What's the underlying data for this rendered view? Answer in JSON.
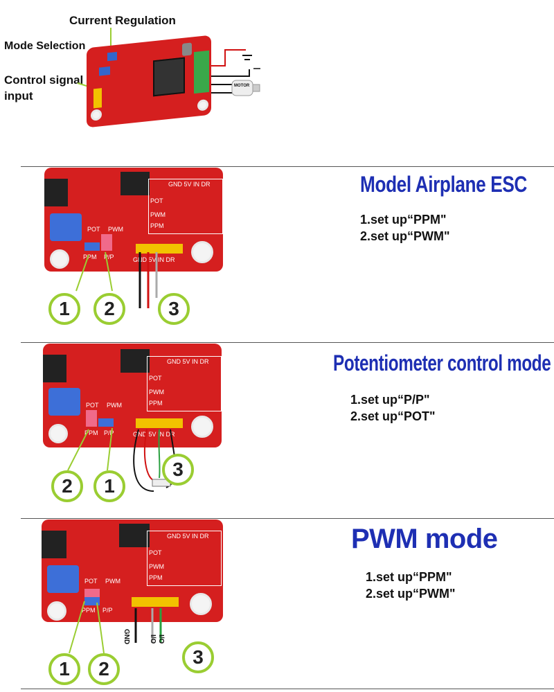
{
  "top": {
    "labels": {
      "current_regulation": "Current Regulation",
      "mode_selection": "Mode Selection",
      "control_signal_line1": "Control signal",
      "control_signal_line2": "input"
    },
    "motor_label": "MOTOR"
  },
  "board_text": {
    "table_header": "GND 5V IN DR",
    "row_pot": "POT",
    "row_pwm": "PWM",
    "row_ppm": "PPM",
    "jumper_pot": "POT",
    "jumper_pwm": "PWM",
    "jumper_ppm": "PPM",
    "jumper_pp": "P/P",
    "pins": "GND 5V IN DR"
  },
  "sections": [
    {
      "title": "Model Airplane ESC",
      "steps": [
        "1.set up“PPM\"",
        "2.set up“PWM\""
      ],
      "markers": [
        "1",
        "2",
        "3"
      ]
    },
    {
      "title": "Potentiometer control mode",
      "steps": [
        "1.set up“P/P\"",
        "2.set up“POT\""
      ],
      "markers": [
        "2",
        "1",
        "3"
      ]
    },
    {
      "title": "PWM mode",
      "steps": [
        "1.set up“PPM\"",
        "2.set up“PWM\""
      ],
      "markers": [
        "1",
        "2",
        "3"
      ],
      "wire_labels": [
        "GND",
        "I/O",
        "I/O"
      ]
    }
  ],
  "colors": {
    "title_blue": "#1e2fb3",
    "pcb_red": "#d51f1f",
    "marker_green": "#9acd32"
  }
}
